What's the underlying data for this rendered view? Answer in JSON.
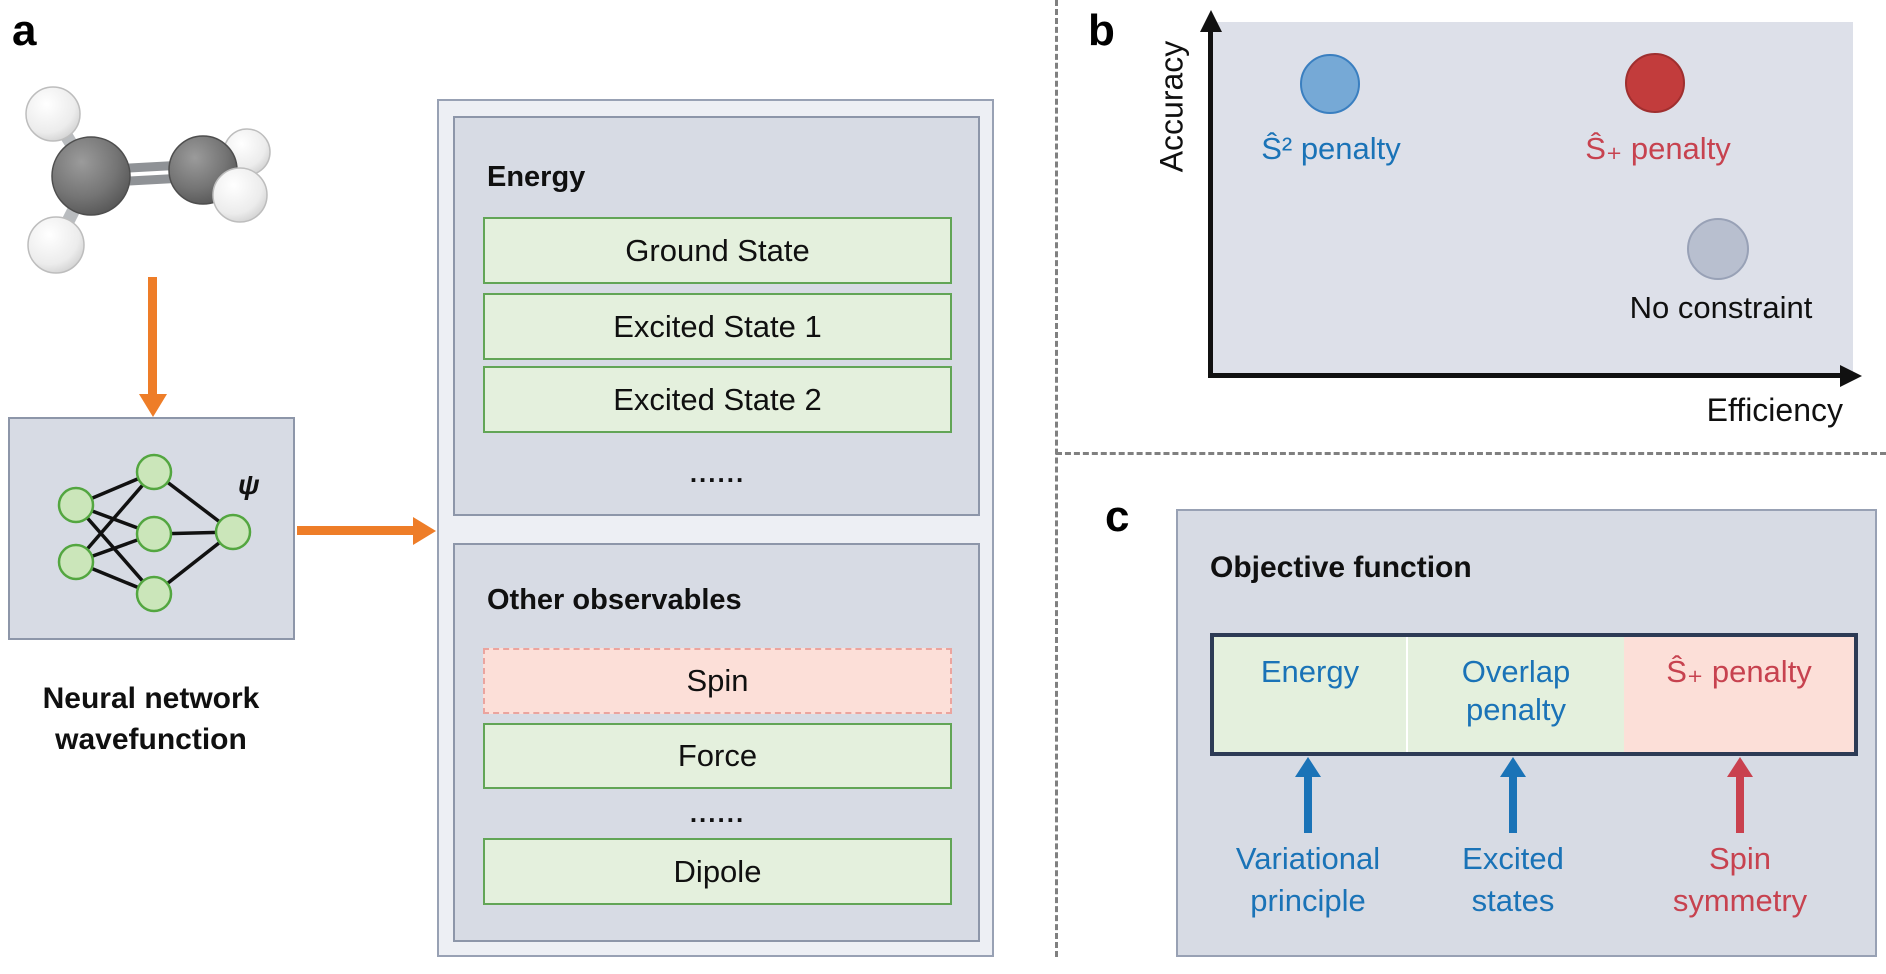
{
  "panel_a": {
    "label": "a",
    "psi": "ψ",
    "caption": {
      "line1": "Neural network",
      "line2": "wavefunction"
    },
    "energy_box": {
      "title": "Energy",
      "items": [
        "Ground State",
        "Excited State 1",
        "Excited State 2"
      ],
      "more": "......"
    },
    "observables_box": {
      "title": "Other observables",
      "items": [
        "Spin",
        "Force",
        "Dipole"
      ],
      "highlighted_item": "Spin",
      "more": "......"
    }
  },
  "panel_b": {
    "label": "b",
    "y_axis_label": "Accuracy",
    "x_axis_label": "Efficiency",
    "points": [
      {
        "label": "Ŝ² penalty",
        "color": "#76a9d6"
      },
      {
        "label": "Ŝ₊ penalty",
        "color": "#c23c3c"
      },
      {
        "label": "No constraint",
        "color": "#b8bfcf"
      }
    ]
  },
  "panel_c": {
    "label": "c",
    "title": "Objective function",
    "segments": [
      {
        "label": "Energy"
      },
      {
        "line1": "Overlap",
        "line2": "penalty"
      },
      {
        "label": "Ŝ₊ penalty"
      }
    ],
    "annotations": [
      {
        "line1": "Variational",
        "line2": "principle",
        "color": "#1a73b7"
      },
      {
        "line1": "Excited",
        "line2": "states",
        "color": "#1a73b7"
      },
      {
        "line1": "Spin",
        "line2": "symmetry",
        "color": "#c7424f"
      }
    ]
  },
  "chart_data": {
    "type": "scatter",
    "title": "",
    "xlabel": "Efficiency",
    "ylabel": "Accuracy",
    "axis_ticks": "none (conceptual axes with arrowheads)",
    "xlim": [
      0,
      1
    ],
    "ylim": [
      0,
      1
    ],
    "points": [
      {
        "label": "Ŝ² penalty",
        "x": 0.18,
        "y": 0.83,
        "color": "#76a9d6"
      },
      {
        "label": "Ŝ₊ penalty",
        "x": 0.69,
        "y": 0.83,
        "color": "#c23c3c"
      },
      {
        "label": "No constraint",
        "x": 0.79,
        "y": 0.36,
        "color": "#b8bfcf"
      }
    ]
  },
  "colors": {
    "orange_arrow": "#ee7d28",
    "outer_box_bg": "#edeff4",
    "inner_box_bg": "#d7dbe4",
    "box_border": "#98a1b4",
    "green_fill": "#e4f0dd",
    "green_border": "#62a556",
    "pink_fill": "#fcdfd8",
    "pink_border": "#eba49e",
    "nn_node_fill": "#cbe6ba",
    "nn_node_border": "#53a640",
    "navy_bar_border": "#2d3b55",
    "blue_text": "#1a73b7",
    "red_text": "#c7424f",
    "plot_bg": "#dde0e9"
  }
}
